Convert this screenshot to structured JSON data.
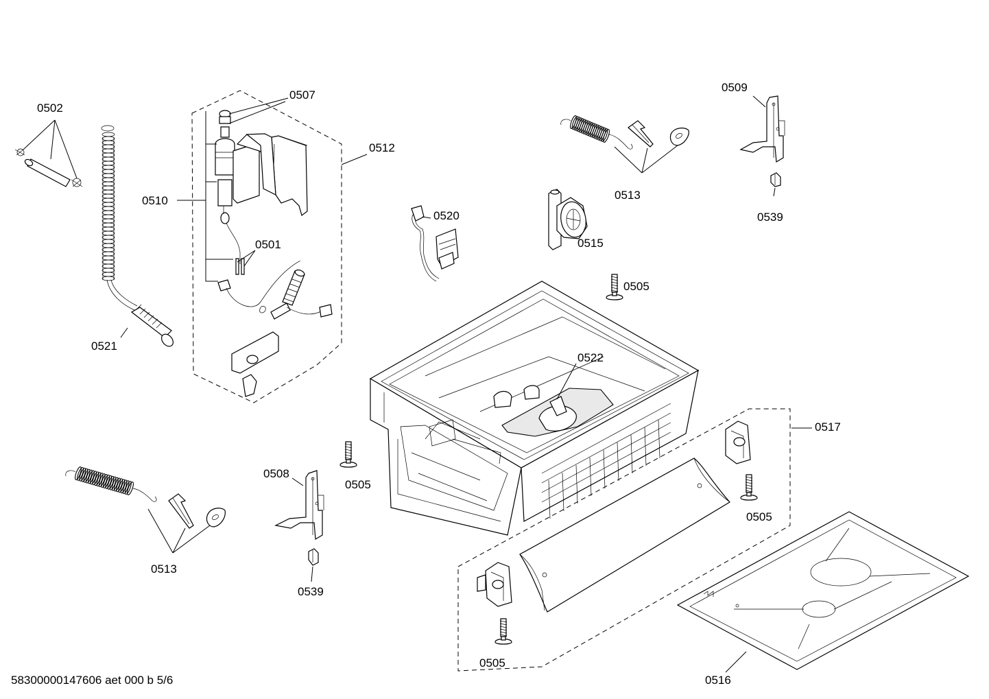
{
  "labels": {
    "l0502": "0502",
    "l0507": "0507",
    "l0512": "0512",
    "l0510": "0510",
    "l0501": "0501",
    "l0521": "0521",
    "l0520": "0520",
    "l0515": "0515",
    "l0513a": "0513",
    "l0509": "0509",
    "l0539a": "0539",
    "l0505a": "0505",
    "l0522": "0522",
    "l0517": "0517",
    "l0508": "0508",
    "l0505b": "0505",
    "l0505c": "0505",
    "l0513b": "0513",
    "l0539b": "0539",
    "l0505d": "0505",
    "l0516": "0516"
  },
  "footer": "58300000147606 aet 000 b 5/6"
}
